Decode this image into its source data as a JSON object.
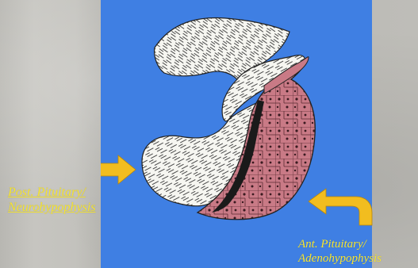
{
  "labels": {
    "posterior": {
      "line1": "Post. Pituitary/",
      "line2": "Neurohypophysis "
    },
    "anterior": {
      "line1": "Ant. Pituitary/",
      "line2": "Adenohypophysis"
    }
  },
  "colors": {
    "panel_background": "#3f7fe3",
    "label_text": "#f7e634",
    "arrow_fill": "#f2bd1f",
    "neural_tissue": "#f6f6f1",
    "glandular_tissue": "#c97a86",
    "cleft": "#1a1a1a"
  },
  "icons": {
    "posterior_arrow": "curved-arrow-right-icon",
    "anterior_arrow": "curved-arrow-left-icon"
  }
}
